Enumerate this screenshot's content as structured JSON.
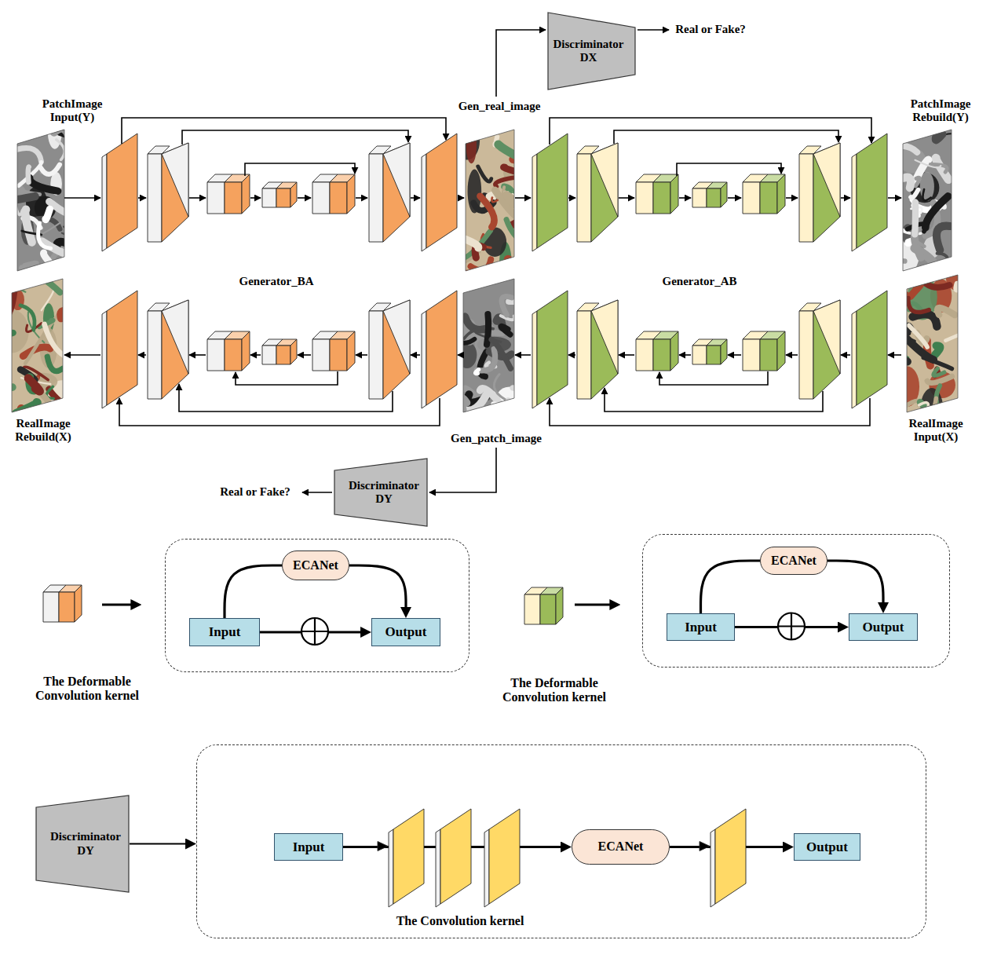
{
  "diagram": {
    "nodes": [
      {
        "text": [
          "Discriminator DX"
        ]
      },
      {
        "text": [
          "Discriminator DY"
        ]
      },
      {
        "text": [
          "The Deformable Convolution kernel"
        ]
      },
      {
        "text": [
          "ECANet"
        ],
        "in": 2
      },
      {
        "text": [
          "Input"
        ],
        "in": 2
      },
      {
        "text": [
          "Output"
        ],
        "in": 2
      },
      {
        "text": [
          "The Deformable Convolution kernel"
        ]
      },
      {
        "text": [
          "ECANet"
        ],
        "in": 6
      },
      {
        "text": [
          "Input"
        ],
        "in": 6
      },
      {
        "text": [
          "Output"
        ],
        "in": 6
      },
      {
        "text": [
          "Discriminator DY"
        ]
      },
      {
        "text": [
          "The Convolution kernel"
        ]
      },
      {
        "text": [
          "Input"
        ],
        "in": 11
      },
      {
        "text": [
          "ECANet"
        ],
        "in": 11
      },
      {
        "text": [
          "Output"
        ],
        "in": 11
      }
    ],
    "edges": [
      {
        "from": 4,
        "to": 5,
        "arrow": "to"
      },
      {
        "from": 4,
        "to": 3,
        "arrow": "none"
      },
      {
        "from": 3,
        "to": 5,
        "arrow": "to"
      },
      {
        "from": 8,
        "to": 9,
        "arrow": "to"
      },
      {
        "from": 8,
        "to": 7,
        "arrow": "none"
      },
      {
        "from": 7,
        "to": 9,
        "arrow": "to"
      },
      {
        "from": 10,
        "to": 11,
        "arrow": "to"
      },
      {
        "from": 12,
        "to": 13,
        "arrow": "to"
      },
      {
        "from": 13,
        "to": 14,
        "arrow": "to"
      }
    ],
    "labels": [
      "PatchImage Input(Y)",
      "Real or Fake?",
      "Gen_real_image",
      "PatchImage Rebuild(Y)",
      "Generator_BA",
      "Generator_AB",
      "RealImage Rebuild(X)",
      "Gen_patch_image",
      "RealImage Input(X)",
      "Real or Fake?"
    ]
  }
}
